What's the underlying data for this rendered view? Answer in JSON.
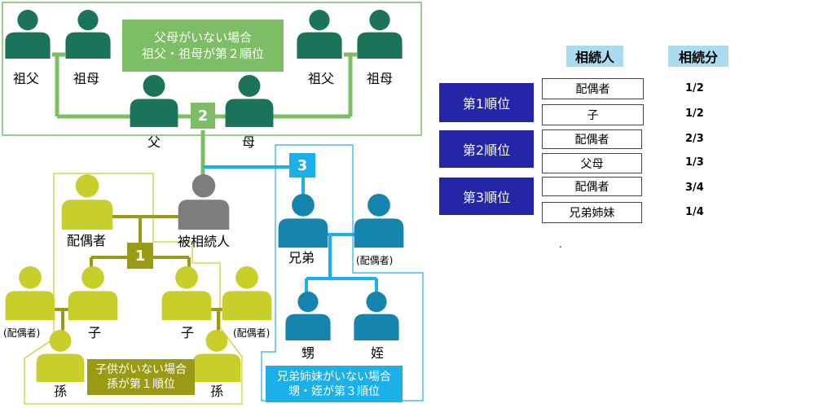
{
  "colors": {
    "green_dark": "#1b7459",
    "green_light": "#7cbd65",
    "gray": "#7d7d7d",
    "olive": "#9a9a14",
    "yellow": "#c9cf2a",
    "teal": "#1585ad",
    "sky": "#1ab0e8",
    "navy": "#2525a8",
    "header_bg": "#aadcef"
  },
  "people": {
    "grandfather_left": "祖父",
    "grandmother_left": "祖母",
    "grandfather_right": "祖父",
    "grandmother_right": "祖母",
    "father": "父",
    "mother": "母",
    "deceased": "被相続人",
    "spouse": "配偶者",
    "sibling": "兄弟",
    "sibling_spouse": "(配偶者)",
    "child_left": "子",
    "child_right": "子",
    "child_spouse_left": "(配偶者)",
    "child_spouse_right": "(配偶者)",
    "grandchild_left": "孫",
    "grandchild_right": "孫",
    "nephew": "甥",
    "niece": "姪"
  },
  "badges": {
    "rank1": "1",
    "rank2": "2",
    "rank3": "3"
  },
  "notes": {
    "grandparents": [
      "父母がいない場合",
      "祖父・祖母が第２順位"
    ],
    "grandchildren": [
      "子供がいない場合",
      "孫が第１順位"
    ],
    "nephews": [
      "兄弟姉妹がいない場合",
      "甥・姪が第３順位"
    ]
  },
  "table": {
    "header_heir": "相続人",
    "header_share": "相続分",
    "rows": [
      {
        "rank": "第1順位",
        "heirs": [
          "配偶者",
          "子"
        ],
        "shares": [
          "1/2",
          "1/2"
        ]
      },
      {
        "rank": "第2順位",
        "heirs": [
          "配偶者",
          "父母"
        ],
        "shares": [
          "2/3",
          "1/3"
        ]
      },
      {
        "rank": "第3順位",
        "heirs": [
          "配偶者",
          "兄弟姉妹"
        ],
        "shares": [
          "3/4",
          "1/4"
        ]
      }
    ],
    "dot": "."
  }
}
